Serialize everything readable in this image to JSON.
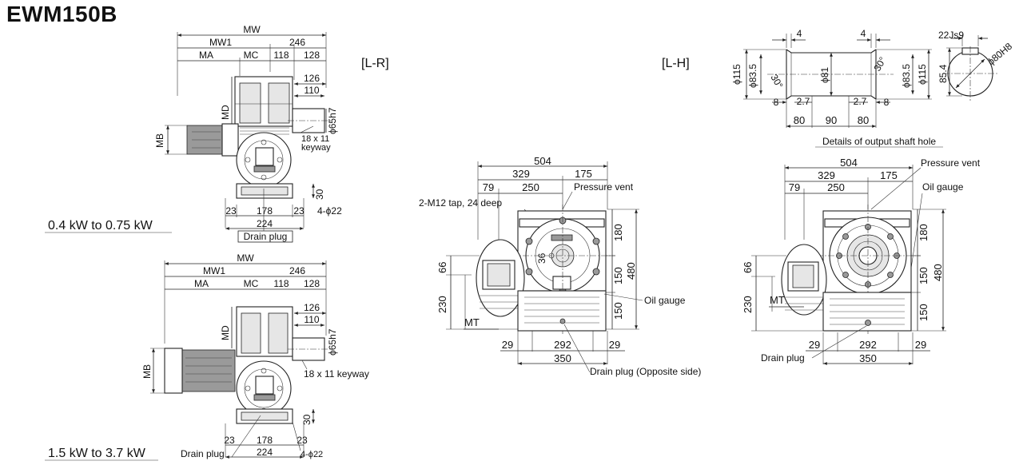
{
  "title": "EWM150B",
  "view_lr": "[L-R]",
  "view_lh": "[L-H]",
  "range_small": "0.4 kW to 0.75 kW",
  "range_large": "1.5 kW to 3.7 kW",
  "shaft_caption": "Details of output shaft hole",
  "labels": {
    "mw": "MW",
    "mw1": "MW1",
    "ma": "MA",
    "mc": "MC",
    "md": "MD",
    "mb": "MB",
    "mt": "MT",
    "d246": "246",
    "d118": "118",
    "d128": "128",
    "d126": "126",
    "d110": "110",
    "phi65": "ϕ65h7",
    "keyway_a": "18 x 11",
    "keyway_b": "keyway",
    "keyway_full": "18 x 11 keyway",
    "d23": "23",
    "d178": "178",
    "d224": "224",
    "d30": "30",
    "holes": "4-ϕ22",
    "drain": "Drain plug",
    "drain_opp": "Drain plug (Opposite side)",
    "d504": "504",
    "d329": "329",
    "d175": "175",
    "d79": "79",
    "d250": "250",
    "vent": "Pressure vent",
    "tap": "2-M12 tap, 24 deep",
    "d36": "36",
    "d180": "180",
    "d150": "150",
    "d480": "480",
    "d66": "66",
    "d230": "230",
    "oil": "Oil gauge",
    "d29": "29",
    "d292": "292",
    "d350": "350",
    "d4": "4",
    "phi115": "ϕ115",
    "phi835": "ϕ83.5",
    "deg30": "30°",
    "phi81": "ϕ81",
    "d8": "8",
    "d27": "2.7",
    "d80": "80",
    "d90": "90",
    "js": "22Js9",
    "d854": "85.4",
    "phi80": "ϕ80H8"
  },
  "colors": {
    "line": "#222222",
    "shade": "#e6e6e6",
    "dark": "#9a9a9a"
  }
}
